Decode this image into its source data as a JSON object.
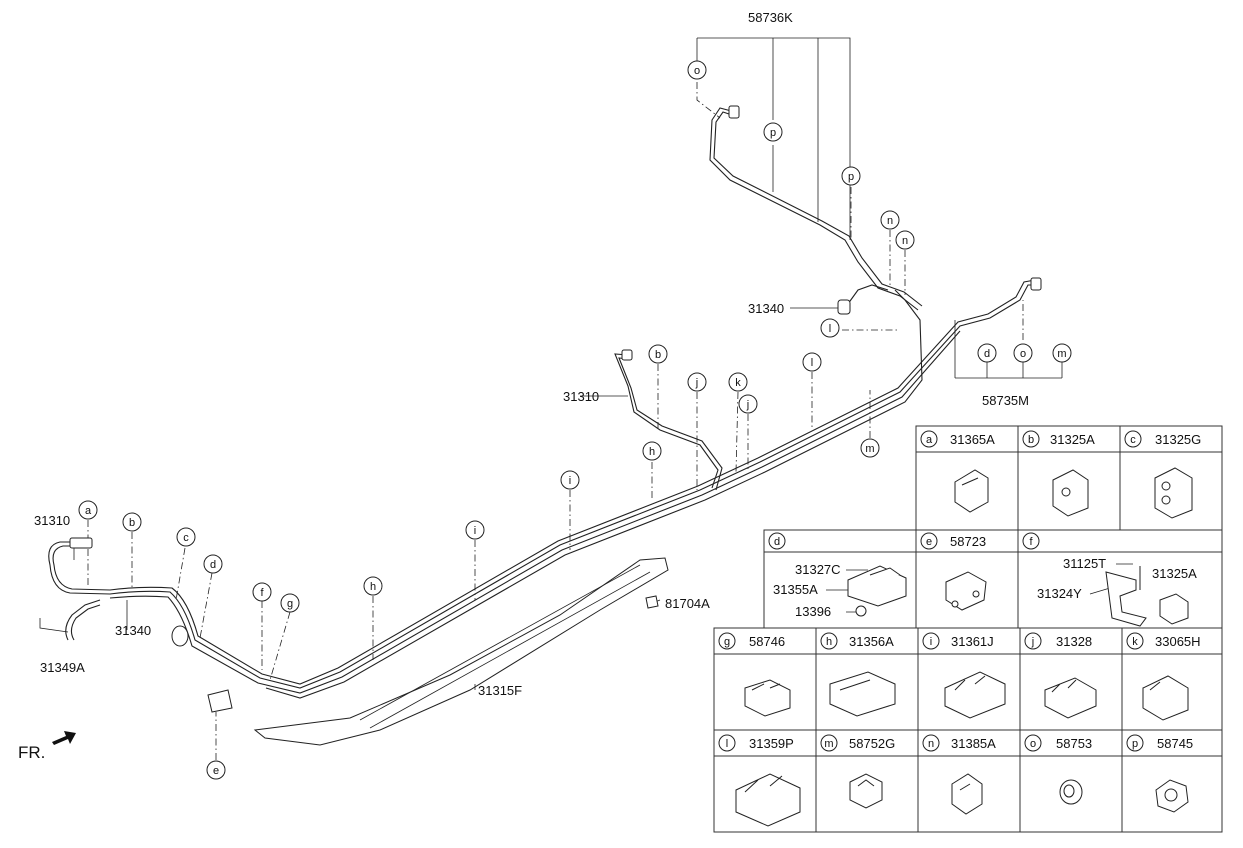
{
  "diagram": {
    "top_group": "58736K",
    "right_group": "58735M",
    "fr_label": "FR.",
    "main_parts": {
      "p31310_left": "31310",
      "p31310_mid": "31310",
      "p31340_left": "31340",
      "p31340_right": "31340",
      "p31349A": "31349A",
      "p31315F": "31315F",
      "p81704A": "81704A"
    },
    "callouts": {
      "a": "a",
      "b": "b",
      "c": "c",
      "d": "d",
      "e": "e",
      "f": "f",
      "g": "g",
      "h": "h",
      "i": "i",
      "j": "j",
      "k": "k",
      "l": "l",
      "m": "m",
      "n": "n",
      "o": "o",
      "p": "p"
    },
    "legend": {
      "a": {
        "letter": "a",
        "part": "31365A"
      },
      "b": {
        "letter": "b",
        "part": "31325A"
      },
      "c": {
        "letter": "c",
        "part": "31325G"
      },
      "d": {
        "letter": "d",
        "parts": [
          "31327C",
          "31355A",
          "13396"
        ]
      },
      "e": {
        "letter": "e",
        "part": "58723"
      },
      "f": {
        "letter": "f",
        "parts": [
          "31125T",
          "31324Y",
          "31325A"
        ]
      },
      "g": {
        "letter": "g",
        "part": "58746"
      },
      "h": {
        "letter": "h",
        "part": "31356A"
      },
      "i": {
        "letter": "i",
        "part": "31361J"
      },
      "j": {
        "letter": "j",
        "part": "31328"
      },
      "k": {
        "letter": "k",
        "part": "33065H"
      },
      "l": {
        "letter": "l",
        "part": "31359P"
      },
      "m": {
        "letter": "m",
        "part": "58752G"
      },
      "n": {
        "letter": "n",
        "part": "31385A"
      },
      "o": {
        "letter": "o",
        "part": "58753"
      },
      "p": {
        "letter": "p",
        "part": "58745"
      }
    }
  }
}
